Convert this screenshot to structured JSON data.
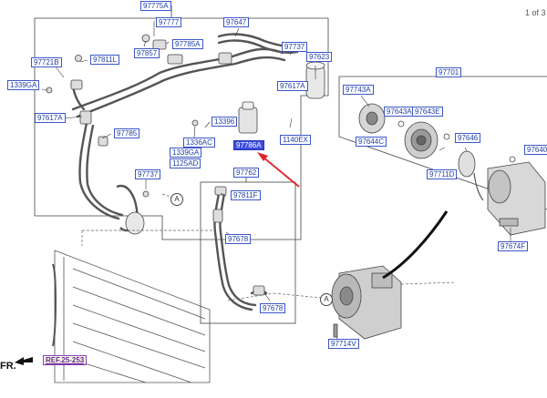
{
  "pager": "1 of 3",
  "front_label": "FR.",
  "ref_label": "REF.25-253",
  "circle_marker": "A",
  "parts": {
    "p97775A": "97775A",
    "p97777": "97777",
    "p97647": "97647",
    "p97721B": "97721B",
    "p97811L": "97811L",
    "p97857": "97857",
    "p97785A": "97785A",
    "p97737a": "97737",
    "p97623": "97623",
    "p1339GAa": "1339GA",
    "p97617Aa": "97617A",
    "p97617Ab": "97617A",
    "p97785": "97785",
    "p13396": "13396",
    "p1336AC": "1336AC",
    "p97786A": "97786A",
    "p1140EX": "1140EX",
    "p1339GAb": "1339GA",
    "p1125AD": "1125AD",
    "p97737b": "97737",
    "p97762": "97762",
    "p97811F": "97811F",
    "p97678a": "97678",
    "p97678b": "97678",
    "p97701": "97701",
    "p97743A": "97743A",
    "p97643A": "97643A",
    "p97643E": "97643E",
    "p97644C": "97644C",
    "p97646": "97646",
    "p97640": "97640",
    "p97711D": "97711D",
    "p97674F": "97674F",
    "p97714V": "97714V"
  },
  "colors": {
    "label_text": "#1f3fa5",
    "label_border": "#3b57c8",
    "highlight": "#3d4ee0",
    "arrow": "#e0262b"
  }
}
